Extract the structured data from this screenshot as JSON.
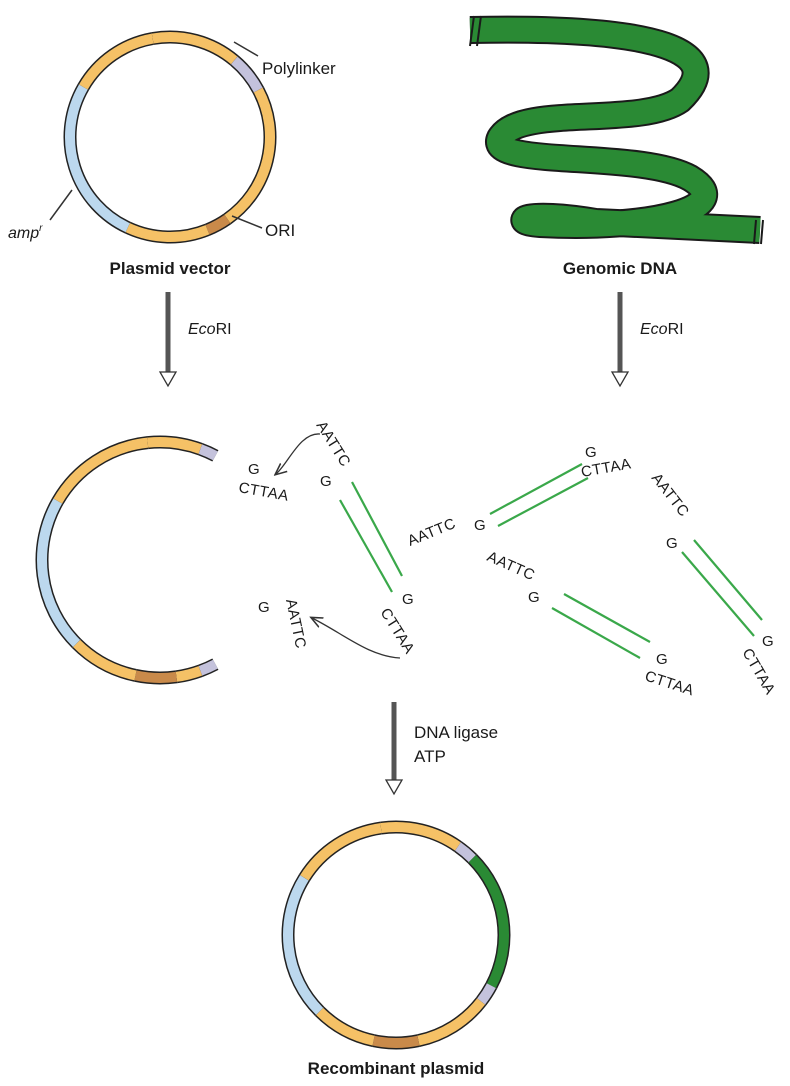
{
  "colors": {
    "backbone": "#f5c166",
    "amp": "#bcd8ee",
    "polylinker": "#c4c2dc",
    "ori": "#c98a4a",
    "genomic": "#2a8a34",
    "outline": "#222222",
    "arrow": "#555555",
    "dna_strand": "#3aa84a"
  },
  "labels": {
    "polylinker": "Polylinker",
    "amp_italic": "amp",
    "amp_sup": "r",
    "ori": "ORI",
    "plasmid_vector": "Plasmid vector",
    "genomic_dna": "Genomic DNA",
    "eco_italic": "Eco",
    "eco_rest": "RI",
    "ligase_line1": "DNA ligase",
    "ligase_line2": "ATP",
    "recombinant": "Recombinant plasmid"
  },
  "fragments": {
    "left_end_upper_g": "G",
    "left_end_upper_cttaa": "CTTAA",
    "left_end_lower_aattc": "AATTC",
    "left_end_lower_g": "G",
    "insert_aattc": "AATTC",
    "insert_g_top": "G",
    "insert_g_bottom": "G",
    "insert_cttaa": "CTTAA",
    "gA_g": "G",
    "gA_cttaa": "CTTAA",
    "gA_aattc": "AATTC",
    "gA_g2": "G",
    "gB_aattc": "AATTC",
    "gB_g": "G",
    "gB_g2": "G",
    "gB_cttaa": "CTTAA",
    "gC_aattc": "AATTC",
    "gC_g": "G",
    "gC_g2": "G",
    "gC_cttaa": "CTTAA"
  }
}
